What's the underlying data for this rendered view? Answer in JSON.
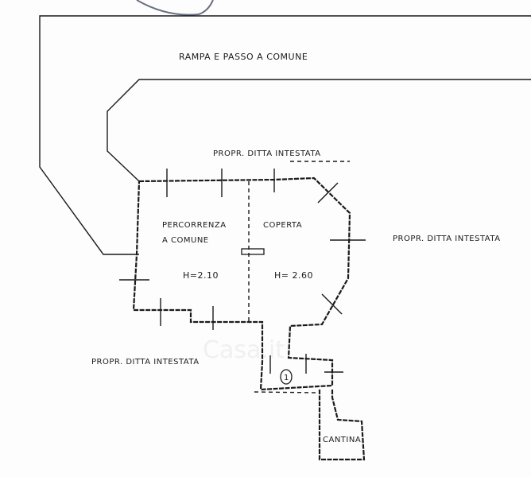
{
  "plan": {
    "labels": {
      "ramp": "RAMPA E PASSO A COMUNE",
      "owner_top": "PROPR. DITTA INTESTATA",
      "owner_right": "PROPR. DITTA INTESTATA",
      "owner_left": "PROPR. DITTA INTESTATA",
      "room_line1": "PERCORRENZA",
      "room_line2": "A COMUNE",
      "room_covered": "COPERTA",
      "height_left": "H=2.10",
      "height_right": "H= 2.60",
      "unit_number": "1",
      "cellar": "CANTINA"
    },
    "watermark": "Casa.it",
    "colors": {
      "ink": "#1a1a1a",
      "paper": "#fdfdfd"
    }
  }
}
